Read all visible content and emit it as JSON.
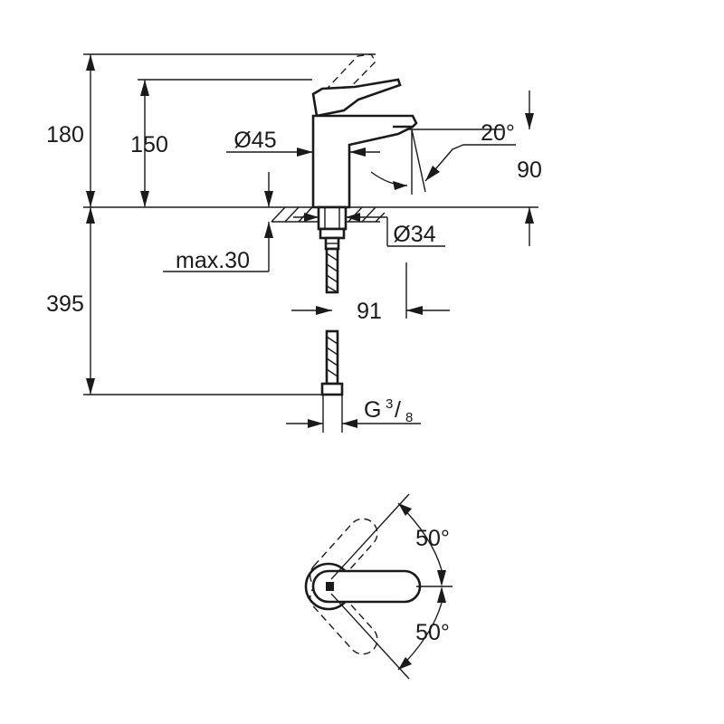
{
  "dimensions": {
    "overall_height": "180",
    "spout_height": "150",
    "body_diameter": "Ø45",
    "spout_angle": "20°",
    "spout_projection_height": "90",
    "hole_diameter": "Ø34",
    "max_deck_thickness": "max.30",
    "hose_length": "395",
    "hole_to_outlet": "91",
    "connection_thread": "G",
    "thread_numerator": "3",
    "thread_slash": "/",
    "thread_denominator": "8",
    "lever_angle_up": "50°",
    "lever_angle_down": "50°"
  }
}
